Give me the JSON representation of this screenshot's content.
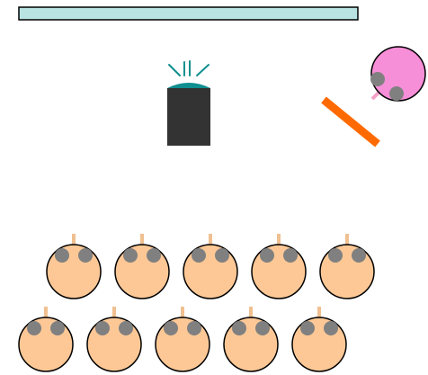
{
  "scene": {
    "colors": {
      "background": "#ffffff",
      "board_fill": "#b9e3e3",
      "outline": "#000000",
      "projector_body": "#333333",
      "projector_lens": "#0f8f8f",
      "light_rays": "#0f8f8f",
      "presenter_head": "#f78ed8",
      "presenter_arm": "#f5a0c8",
      "pointer_stick": "#ff6a00",
      "audience_head": "#fdc896",
      "audience_hair": "#808080",
      "audience_neck": "#f0c090"
    },
    "elements": {
      "board": "screen-board",
      "projector": "projector",
      "presenter": "presenter",
      "pointer": "pointer-stick",
      "audience": "audience"
    },
    "audience": {
      "front_row_count": 5,
      "back_row_count": 5
    }
  }
}
